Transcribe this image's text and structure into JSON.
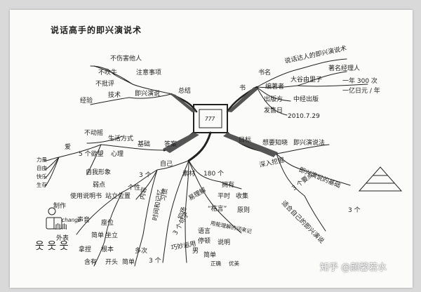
{
  "title": "说话高手的即兴演说术",
  "topics": {
    "summary": "总结",
    "notes": "注意事项",
    "no_hurt": "不伤害他人",
    "no_brag": "不吹牛",
    "no_criticize": "不批评",
    "technique": "技术",
    "impromptu": "即兴演说",
    "experience": "经验",
    "book": "书",
    "book_name_label": "书名",
    "book_name": "说话达人的即兴演说术",
    "author_label": "编著者",
    "author": "大谷由里子",
    "manager": "著名经理人",
    "count": "一年 300 次",
    "income": "一亿日元 / 年",
    "publisher_label": "出版方",
    "publisher": "中经出版",
    "date_label": "发售日",
    "date": "2010.7.29",
    "basics": "基础",
    "lifestyle": "生活方式",
    "unshakable": "不动摇",
    "mindset": "心理",
    "love": "爱",
    "five_desires": "5 个欲望",
    "desire_power": "力量",
    "desire_freedom": "自由",
    "desire_fun": "快乐",
    "desire_survive": "生存",
    "self_image": "自我形象",
    "answer": "答案",
    "goal": "目标",
    "want_know": "想要知晓",
    "impromptu_method": "即兴演说法",
    "deep_dig": "深入挖掘",
    "impromptu_basis": "即兴演说的基础",
    "three_points": "3 个要点",
    "suit_self": "适合自己的即兴演说",
    "three_count": "3 个",
    "self": "自己",
    "material": "素材",
    "have_180": "180 个",
    "have": "拥有",
    "usual": "平时",
    "collect": "收集",
    "easy_understand": "易理解",
    "idiom": "“格言”",
    "principle": "原则",
    "notebook": "用能理解的词来记",
    "intonation": "抑扬",
    "language": "语言",
    "three_sentences": "3 个句子",
    "cleverly_use": "巧妙运用",
    "male": "男",
    "pauses": "停顿",
    "brief": "简单",
    "explain": "说明",
    "exact": "正确",
    "beautiful": "优美",
    "three": "3 个",
    "character": "个性",
    "weakness": "弱点",
    "position": "站立位置",
    "content": "内容",
    "time_memory": "时间和记忆",
    "habits": "习惯",
    "restraint": "制作",
    "use_gesture": "使用说明书",
    "change": "change",
    "freedom2": "自由",
    "appearance": "外表",
    "voice": "声音",
    "seat": "座位",
    "simple": "简单",
    "sit": "坐立",
    "hold": "拿捏",
    "root": "根本",
    "contain": "含有",
    "beginning": "开头",
    "brief2": "简单",
    "many_times": "多次",
    "three_parts": "3 个",
    "tree_label": "777"
  },
  "watermark": "知乎 @颜馨若水"
}
